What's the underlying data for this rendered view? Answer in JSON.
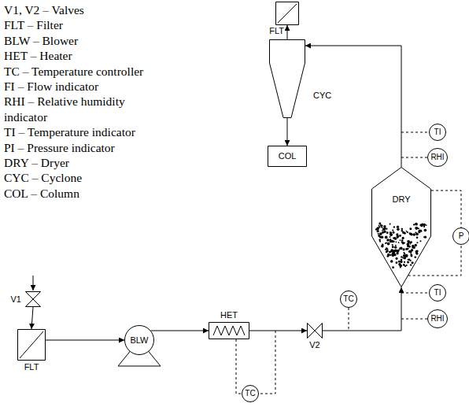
{
  "diagram": {
    "nodes": [
      {
        "text": [
          "V1"
        ]
      },
      {
        "text": [
          "FLT"
        ]
      },
      {
        "text": [
          "BLW"
        ]
      },
      {
        "text": [
          "HET"
        ]
      },
      {
        "text": [
          "TC"
        ]
      },
      {
        "text": [
          "V2"
        ]
      },
      {
        "text": [
          "TC"
        ]
      },
      {
        "text": [
          "DRY"
        ]
      },
      {
        "text": [
          "P"
        ]
      },
      {
        "text": [
          "TI"
        ]
      },
      {
        "text": [
          "RHI"
        ]
      },
      {
        "text": [
          "TI"
        ]
      },
      {
        "text": [
          "RHI"
        ]
      },
      {
        "text": [
          "CYC"
        ]
      },
      {
        "text": [
          "COL"
        ]
      },
      {
        "text": [
          "FLT"
        ]
      }
    ],
    "edges": [
      {
        "from": 0,
        "to": 1,
        "arrow": "to"
      },
      {
        "from": 1,
        "to": 2,
        "arrow": "to"
      },
      {
        "from": 2,
        "to": 3,
        "arrow": "to"
      },
      {
        "from": 3,
        "to": 4,
        "arrow": "none"
      },
      {
        "from": 3,
        "to": 5,
        "arrow": "to"
      },
      {
        "from": 5,
        "to": 7,
        "arrow": "to"
      },
      {
        "from": 7,
        "to": 13,
        "arrow": "to"
      },
      {
        "from": 13,
        "to": 14,
        "arrow": "to"
      },
      {
        "from": 13,
        "to": 15,
        "arrow": "to"
      },
      {
        "from": 7,
        "to": 8,
        "arrow": "none"
      },
      {
        "from": 7,
        "to": 8,
        "arrow": "none"
      }
    ],
    "labels": [
      "V1, V2 – Valves",
      "FLT – Filter",
      "BLW – Blower",
      "HET – Heater",
      "TC – Temperature controller",
      "FI – Flow indicator",
      "RHI – Relative humidity indicator",
      "TI – Temperature indicator",
      "PI – Pressure indicator",
      "DRY – Dryer",
      "CYC – Cyclone",
      "COL – Column"
    ]
  }
}
